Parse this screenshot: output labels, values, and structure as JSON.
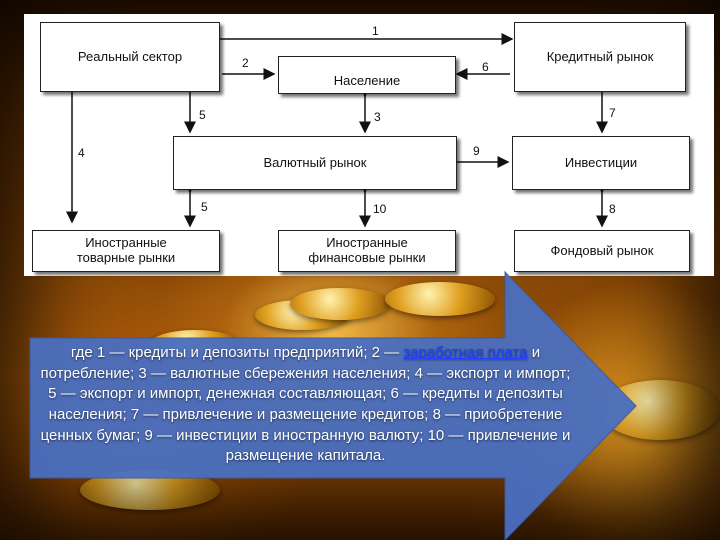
{
  "diagram": {
    "boxes": {
      "real_sector": "Реальный сектор",
      "credit_market": "Кредитный рынок",
      "population": "Население",
      "currency_market": "Валютный рынок",
      "investments": "Инвестиции",
      "foreign_goods_line1": "Иностранные",
      "foreign_goods_line2": "товарные рынки",
      "foreign_fin_line1": "Иностранные",
      "foreign_fin_line2": "финансовые рынки",
      "stock_market": "Фондовый рынок"
    },
    "numbers": {
      "n1": "1",
      "n2": "2",
      "n3": "3",
      "n4": "4",
      "n5a": "5",
      "n5b": "5",
      "n6": "6",
      "n7": "7",
      "n8": "8",
      "n9": "9",
      "n10": "10"
    }
  },
  "caption": {
    "part1": "где 1 — кредиты и депозиты предприятий; 2 — ",
    "link": "заработная плата",
    "part2": " и потребление; 3 — валютные сбережения населения; 4 — экспорт и импорт; 5 — экспорт и импорт, денежная составляющая; 6 — кредиты и депозиты населения; 7 — привлечение и размещение кредитов; 8 — приобретение ценных бумаг; 9 — инвестиции в иностранную валюту; 10 — привлечение и размещение капитала."
  },
  "colors": {
    "callout_arrow": "#4a6fc0",
    "link": "#1e3fff"
  }
}
